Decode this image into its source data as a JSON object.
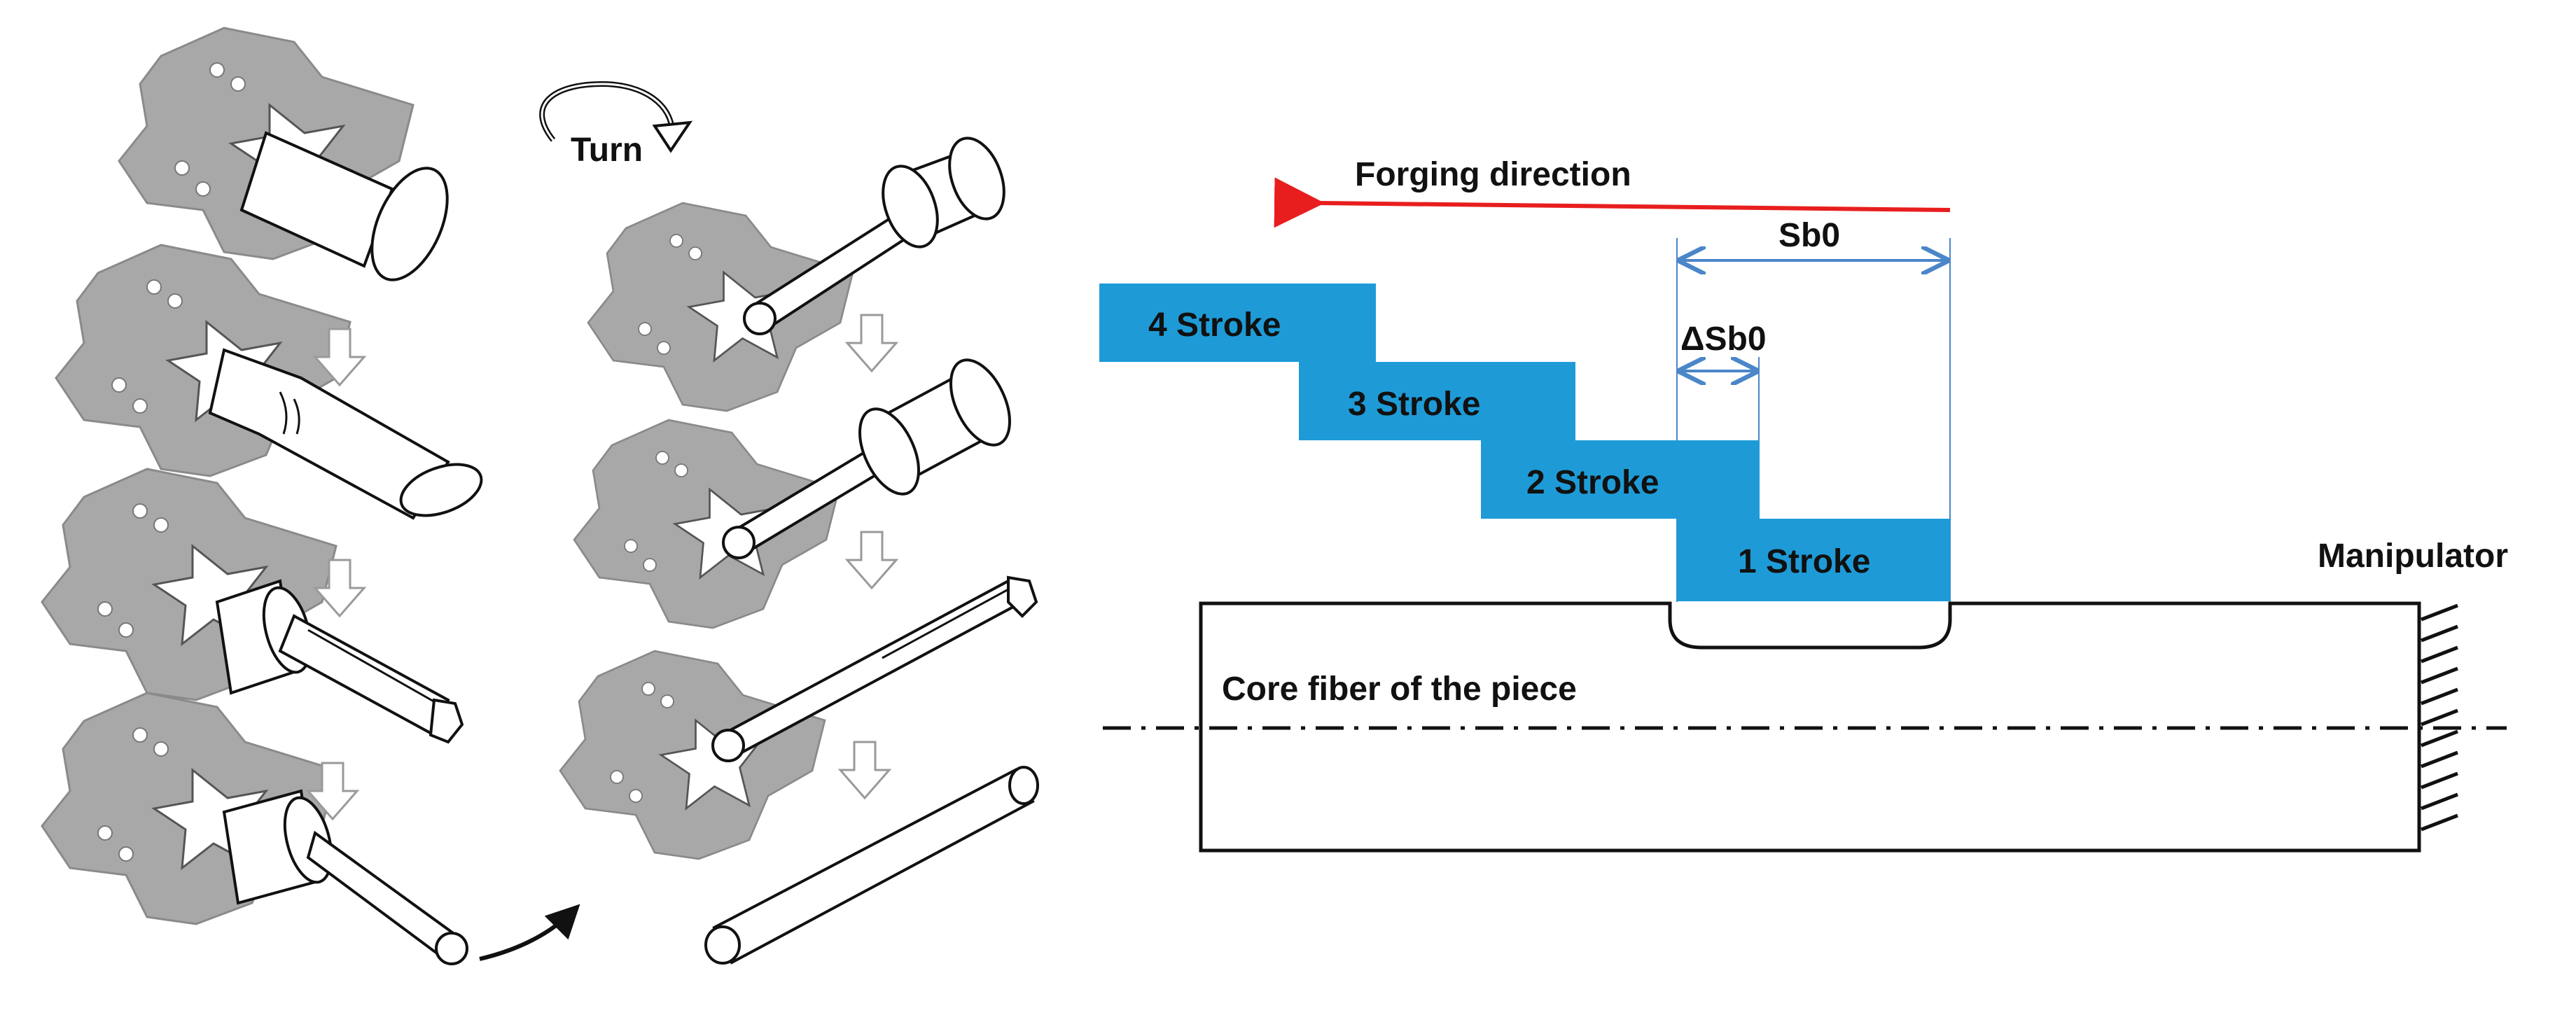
{
  "left_panel": {
    "turn_label": "Turn"
  },
  "right_panel": {
    "forging_direction_label": "Forging direction",
    "sb0_label": "Sb0",
    "delta_sb0_label": "ΔSb0",
    "strokes": [
      "1 Stroke",
      "2 Stroke",
      "3 Stroke",
      "4 Stroke"
    ],
    "manipulator_label": "Manipulator",
    "core_fiber_label": "Core fiber of the piece"
  },
  "colors": {
    "die_fill": "#a8a8a8",
    "stroke_fill": "#1e9bd7",
    "direction_arrow": "#e81e1e",
    "dimension_line": "#4a86c8",
    "outline": "#111111"
  },
  "icons": [
    "forging-die-icon",
    "turn-arrow-icon",
    "down-arrow-icon",
    "curved-arrow-icon",
    "manipulator-hatch-icon"
  ]
}
